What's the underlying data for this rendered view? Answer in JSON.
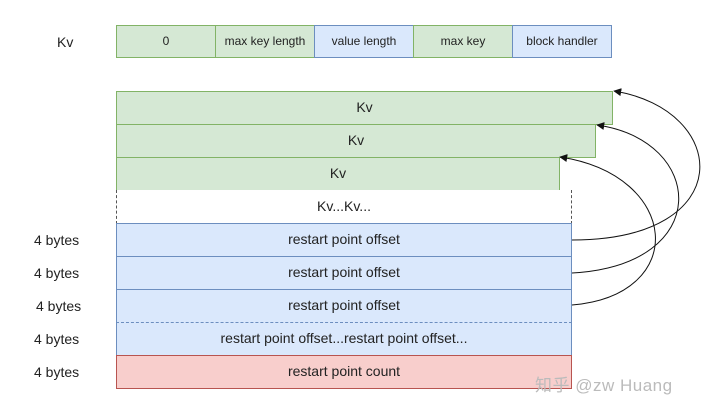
{
  "kv_label": "Kv",
  "header_fields": [
    "0",
    "max key length",
    "value length",
    "max key",
    "block handler"
  ],
  "kv_rows": [
    "Kv",
    "Kv",
    "Kv"
  ],
  "kv_more": "Kv...Kv...",
  "restart_rows": [
    "restart point offset",
    "restart point offset",
    "restart point offset"
  ],
  "restart_more": "restart point offset...restart point offset...",
  "restart_count": "restart point count",
  "size_labels": [
    "4 bytes",
    "4 bytes",
    "4 bytes",
    "4 bytes",
    "4 bytes"
  ],
  "watermark": "知乎 @zw Huang",
  "colors": {
    "green_fill": "#d5e8d4",
    "green_stroke": "#82b366",
    "blue_fill": "#dae8fc",
    "blue_stroke": "#6c8ebf",
    "red_fill": "#f8cecc",
    "red_stroke": "#b85450"
  }
}
